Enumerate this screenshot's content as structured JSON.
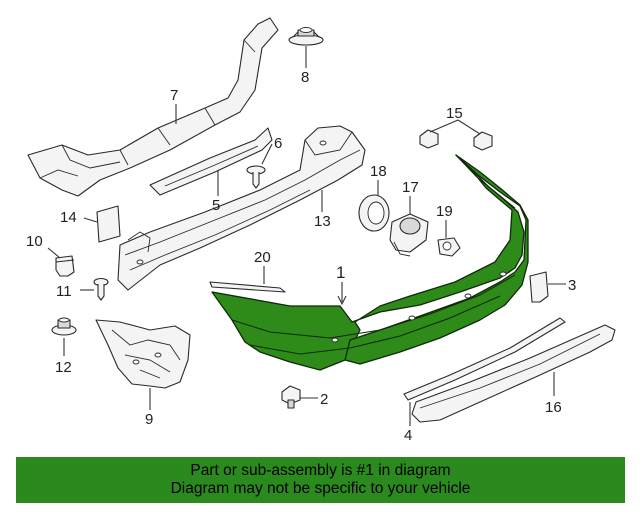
{
  "diagram": {
    "callouts": {
      "c1": "1",
      "c2": "2",
      "c3": "3",
      "c4": "4",
      "c5": "5",
      "c6": "6",
      "c7": "7",
      "c8": "8",
      "c9": "9",
      "c10": "10",
      "c11": "11",
      "c12": "12",
      "c13": "13",
      "c14": "14",
      "c15": "15",
      "c16": "16",
      "c17": "17",
      "c18": "18",
      "c19": "19",
      "c20": "20"
    },
    "highlight_color": "#2e8b1a"
  },
  "banner": {
    "line1": "Part or sub-assembly is #1 in diagram",
    "line2": "Diagram may not be specific to your vehicle",
    "background": "#2b8a1d"
  }
}
